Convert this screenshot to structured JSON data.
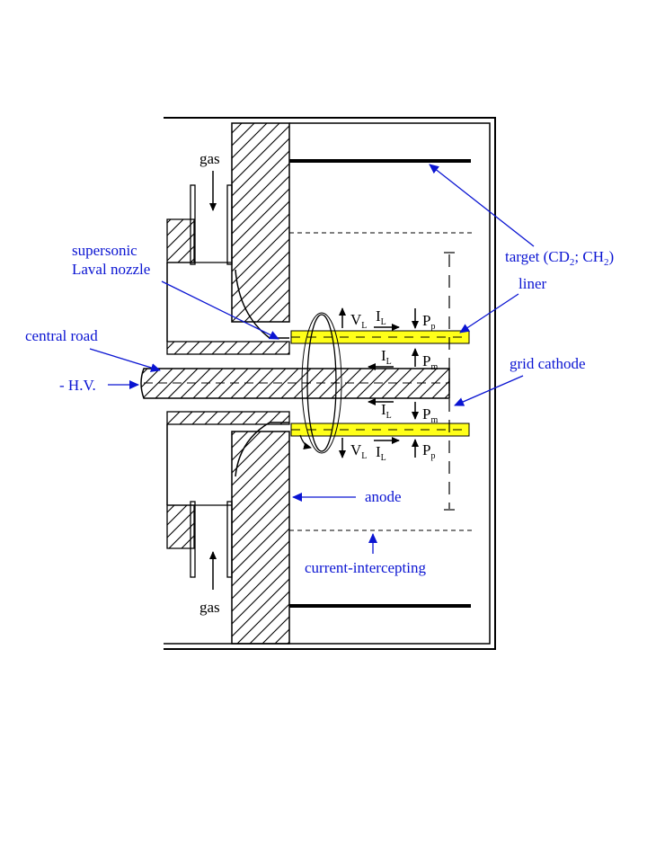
{
  "labels": {
    "gas_top": "gas",
    "gas_bottom": "gas",
    "supersonic_line1": "supersonic",
    "supersonic_line2": "Laval nozzle",
    "central_road": "central road",
    "hv": "- H.V.",
    "target_prefix": "target (CD",
    "target_sub1": "2",
    "target_mid": "; CH",
    "target_sub2": "2",
    "target_suffix": ")",
    "liner": "liner",
    "grid_cathode": "grid cathode",
    "anode": "anode",
    "current_intercepting": "current-intercepting"
  },
  "symbols": {
    "VL": {
      "main": "V",
      "sub": "L"
    },
    "IL": {
      "main": "I",
      "sub": "L"
    },
    "Pp": {
      "main": "P",
      "sub": "p"
    },
    "Pm": {
      "main": "P",
      "sub": "m"
    }
  },
  "colors": {
    "annotation": "#0a14d2",
    "liner": "#ffff19",
    "outline": "#000000"
  }
}
